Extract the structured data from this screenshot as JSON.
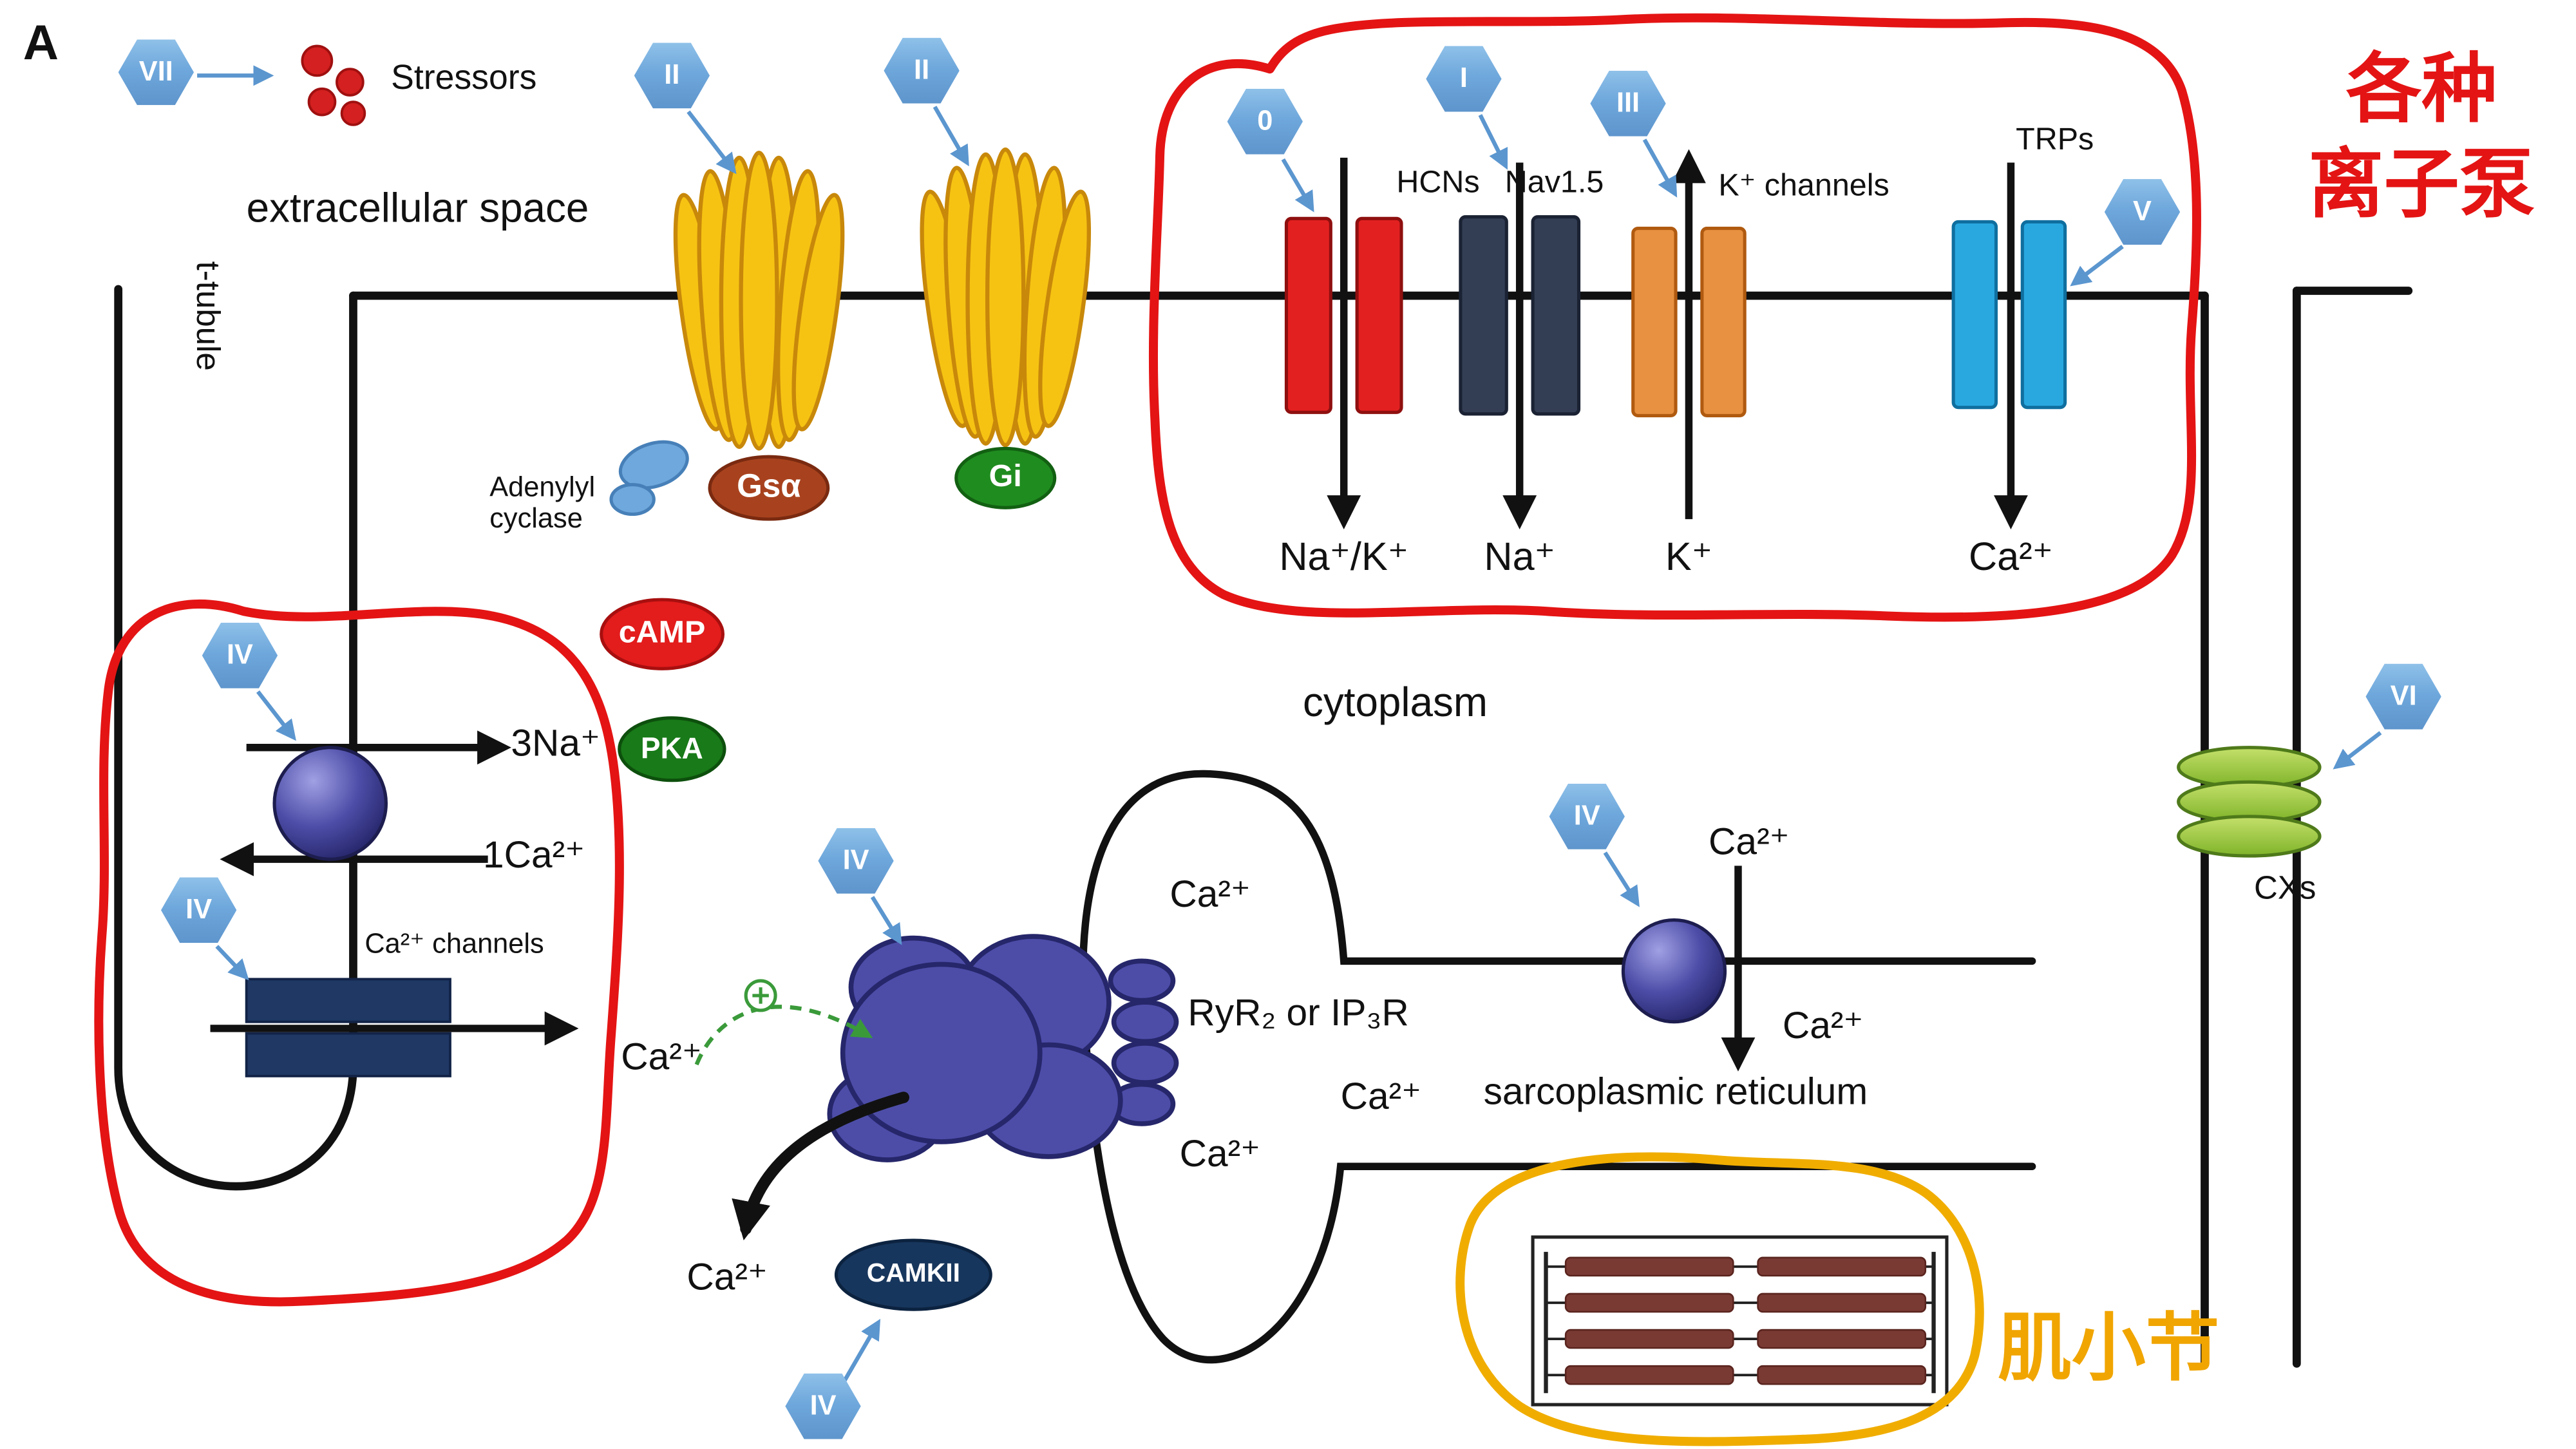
{
  "panel_label": "A",
  "hexagons": [
    "VII",
    "II",
    "II",
    "0",
    "I",
    "III",
    "V",
    "IV",
    "IV",
    "IV",
    "IV",
    "VI",
    "IV"
  ],
  "regions": {
    "extracellular": "extracellular space",
    "t_tubule": "t-tubule",
    "cytoplasm": "cytoplasm",
    "sr": "sarcoplasmic reticulum"
  },
  "molecules": {
    "stressors": "Stressors",
    "adenylyl_cyclase": "Adenylyl\ncyclase",
    "gsa": "Gsα",
    "gi": "Gi",
    "camp": "cAMP",
    "pka": "PKA",
    "camkii": "CAMKII",
    "ryr": "RyR₂ or IP₃R",
    "cxs": "CXs"
  },
  "channels": {
    "hcns": "HCNs",
    "nav": "Nav1.5",
    "k": "K⁺ channels",
    "trps": "TRPs",
    "ca_channels": "Ca²⁺ channels"
  },
  "ions": {
    "na_k": "Na⁺/K⁺",
    "na": "Na⁺",
    "k": "K⁺",
    "ca": "Ca²⁺",
    "na3": "3Na⁺",
    "ca1": "1Ca²⁺"
  },
  "annotations": {
    "ion_pumps_zh": "各种\n离子泵",
    "sarcomere_zh": "肌小节"
  },
  "colors": {
    "hexagon": "#6fa8dc",
    "annotation_red": "#e41414",
    "annotation_yellow": "#f0ad00",
    "hcn_channel": "#e32020",
    "nav_channel": "#333e55",
    "k_channel": "#e89140",
    "trp_channel": "#29a8e0",
    "receptor": "#f6c313",
    "gsa": "#a8421e",
    "gi": "#1f8c1f",
    "camp": "#e31c1c",
    "pka": "#187a18",
    "camkii": "#17365d",
    "pump_sphere": "#4d4da8",
    "cxs": "#9fcc3f",
    "sarcomere_band": "#7a3a34"
  }
}
